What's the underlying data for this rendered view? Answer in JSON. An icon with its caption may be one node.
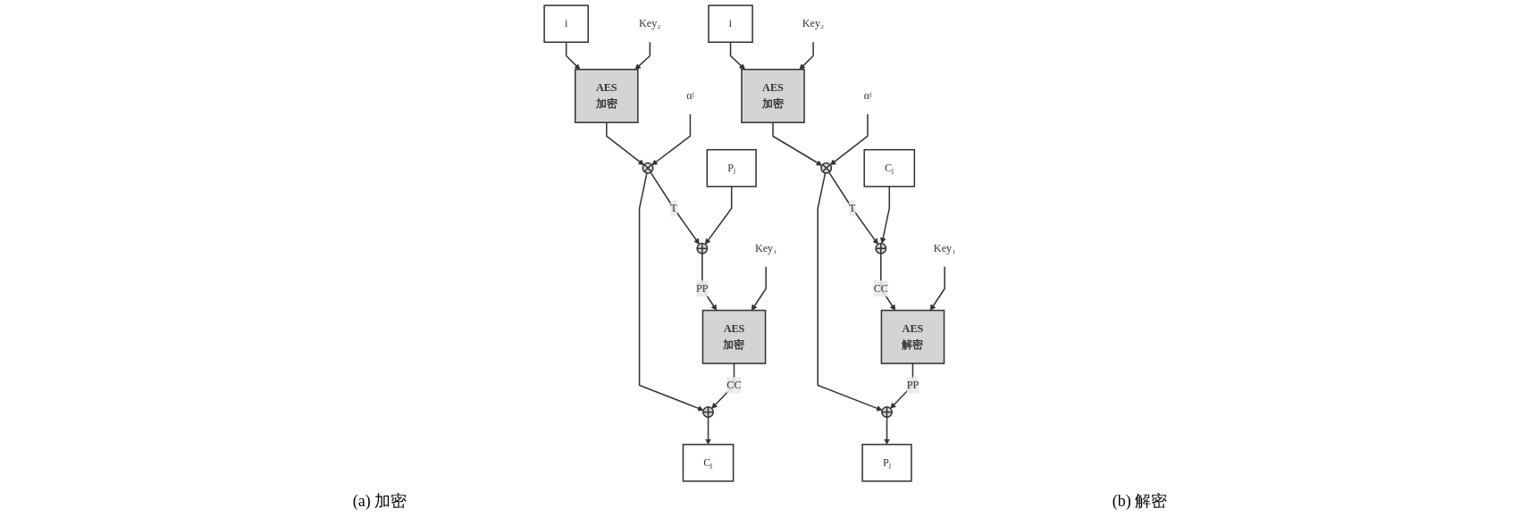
{
  "diagram": {
    "nodes": [
      {
        "text": [
          "i"
        ]
      },
      {
        "text": [
          "Key₂"
        ]
      },
      {
        "text": [
          "AES",
          "加密"
        ]
      },
      {
        "text": [
          "αʲ"
        ]
      },
      {
        "text": [],
        "shape": "circle"
      },
      {
        "text": [
          "Pⱼ"
        ]
      },
      {
        "text": [],
        "shape": "circle"
      },
      {
        "text": [
          "AES",
          "加密"
        ]
      },
      {
        "text": [
          "Key₁"
        ]
      },
      {
        "text": [],
        "shape": "circle"
      },
      {
        "text": [
          "Cⱼ"
        ]
      },
      {
        "text": [
          "i"
        ]
      },
      {
        "text": [
          "Key₂"
        ]
      },
      {
        "text": [
          "AES",
          "加密"
        ]
      },
      {
        "text": [
          "αʲ"
        ]
      },
      {
        "text": [],
        "shape": "circle"
      },
      {
        "text": [
          "Cⱼ"
        ]
      },
      {
        "text": [],
        "shape": "circle"
      },
      {
        "text": [
          "AES",
          "解密"
        ]
      },
      {
        "text": [
          "Key₁"
        ]
      },
      {
        "text": [],
        "shape": "circle"
      },
      {
        "text": [
          "Pⱼ"
        ]
      }
    ],
    "edges": [
      {
        "from": 0,
        "to": 2,
        "arrow": "to"
      },
      {
        "from": 1,
        "to": 2,
        "arrow": "to"
      },
      {
        "from": 2,
        "to": 4,
        "arrow": "to"
      },
      {
        "from": 3,
        "to": 4,
        "arrow": "to"
      },
      {
        "from": 4,
        "to": 6,
        "arrow": "to",
        "label": "T"
      },
      {
        "from": 4,
        "to": 9,
        "arrow": "to"
      },
      {
        "from": 5,
        "to": 6,
        "arrow": "to"
      },
      {
        "from": 6,
        "to": 7,
        "arrow": "to",
        "label": "PP"
      },
      {
        "from": 8,
        "to": 7,
        "arrow": "to"
      },
      {
        "from": 7,
        "to": 9,
        "arrow": "to",
        "label": "CC"
      },
      {
        "from": 9,
        "to": 10,
        "arrow": "to"
      },
      {
        "from": 11,
        "to": 13,
        "arrow": "to"
      },
      {
        "from": 12,
        "to": 13,
        "arrow": "to"
      },
      {
        "from": 13,
        "to": 15,
        "arrow": "to"
      },
      {
        "from": 14,
        "to": 15,
        "arrow": "to"
      },
      {
        "from": 15,
        "to": 17,
        "arrow": "to",
        "label": "T"
      },
      {
        "from": 15,
        "to": 20,
        "arrow": "to"
      },
      {
        "from": 16,
        "to": 17,
        "arrow": "to"
      },
      {
        "from": 17,
        "to": 18,
        "arrow": "to",
        "label": "CC"
      },
      {
        "from": 19,
        "to": 18,
        "arrow": "to"
      },
      {
        "from": 18,
        "to": 20,
        "arrow": "to",
        "label": "PP"
      },
      {
        "from": 20,
        "to": 21,
        "arrow": "to"
      }
    ],
    "labels": [
      "(a) 加密",
      "(b) 解密"
    ]
  }
}
